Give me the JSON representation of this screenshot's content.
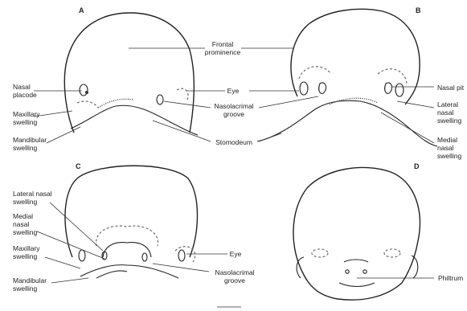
{
  "panels": {
    "a": {
      "letter": "A",
      "labels": {
        "frontal_1": "Frontal",
        "frontal_2": "prominence",
        "nasal_placode_1": "Nasal",
        "nasal_placode_2": "placode",
        "maxillary_1": "Maxillary",
        "maxillary_2": "swelling",
        "mandibular_1": "Mandibular",
        "mandibular_2": "swelling",
        "eye": "Eye",
        "nasolacrimal_1": "Nasolacrimal",
        "nasolacrimal_2": "groove",
        "stomodeum": "Stomodeum"
      }
    },
    "b": {
      "letter": "B",
      "labels": {
        "nasal_pit": "Nasal pit",
        "lateral_1": "Lateral",
        "lateral_2": "nasal",
        "lateral_3": "swelling",
        "medial_1": "Medial",
        "medial_2": "nasal",
        "medial_3": "swelling"
      }
    },
    "c": {
      "letter": "C",
      "labels": {
        "lateral_1": "Lateral nasal",
        "lateral_2": "swelling",
        "medial_1": "Medial",
        "medial_2": "nasal",
        "medial_3": "swelling",
        "maxillary_1": "Maxillary",
        "maxillary_2": "swelling",
        "mandibular_1": "Mandibular",
        "mandibular_2": "swelling",
        "eye": "Eye",
        "nasolacrimal_1": "Nasolacrimal",
        "nasolacrimal_2": "groove"
      }
    },
    "d": {
      "letter": "D",
      "labels": {
        "philtrum": "Philtrum"
      }
    }
  }
}
